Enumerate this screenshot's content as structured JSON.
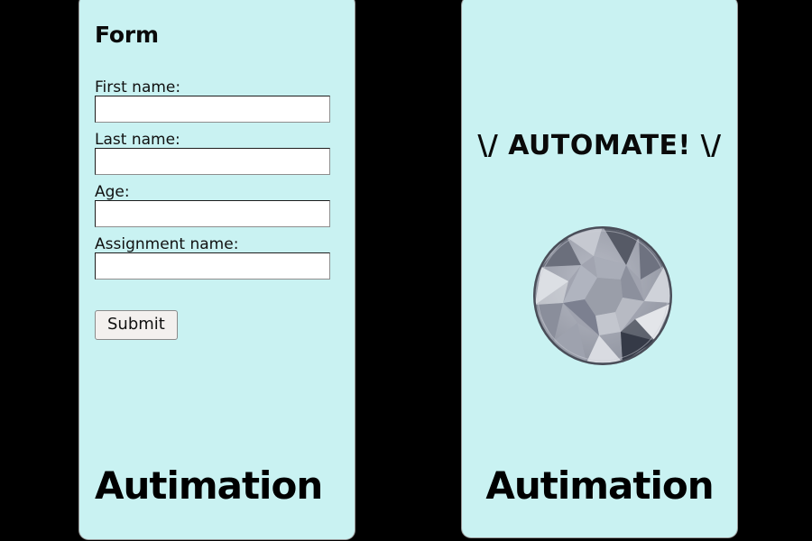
{
  "page": {
    "background_color": "#000000",
    "panel_color": "#c9f2f2"
  },
  "form_panel": {
    "title": "Form",
    "fields": [
      {
        "label": "First name:",
        "value": "",
        "placeholder": "",
        "name": "first-name"
      },
      {
        "label": "Last name:",
        "value": "",
        "placeholder": "",
        "name": "last-name"
      },
      {
        "label": "Age:",
        "value": "",
        "placeholder": "",
        "name": "age"
      },
      {
        "label": "Assignment name:",
        "value": "",
        "placeholder": "",
        "name": "assignment-name"
      }
    ],
    "submit_label": "Submit",
    "brand": "Autimation"
  },
  "promo_panel": {
    "headline": "\\/ AUTOMATE! \\/",
    "image": {
      "icon_name": "gemstone-image",
      "description": "faceted round grey gemstone"
    },
    "brand": "Autimation"
  }
}
